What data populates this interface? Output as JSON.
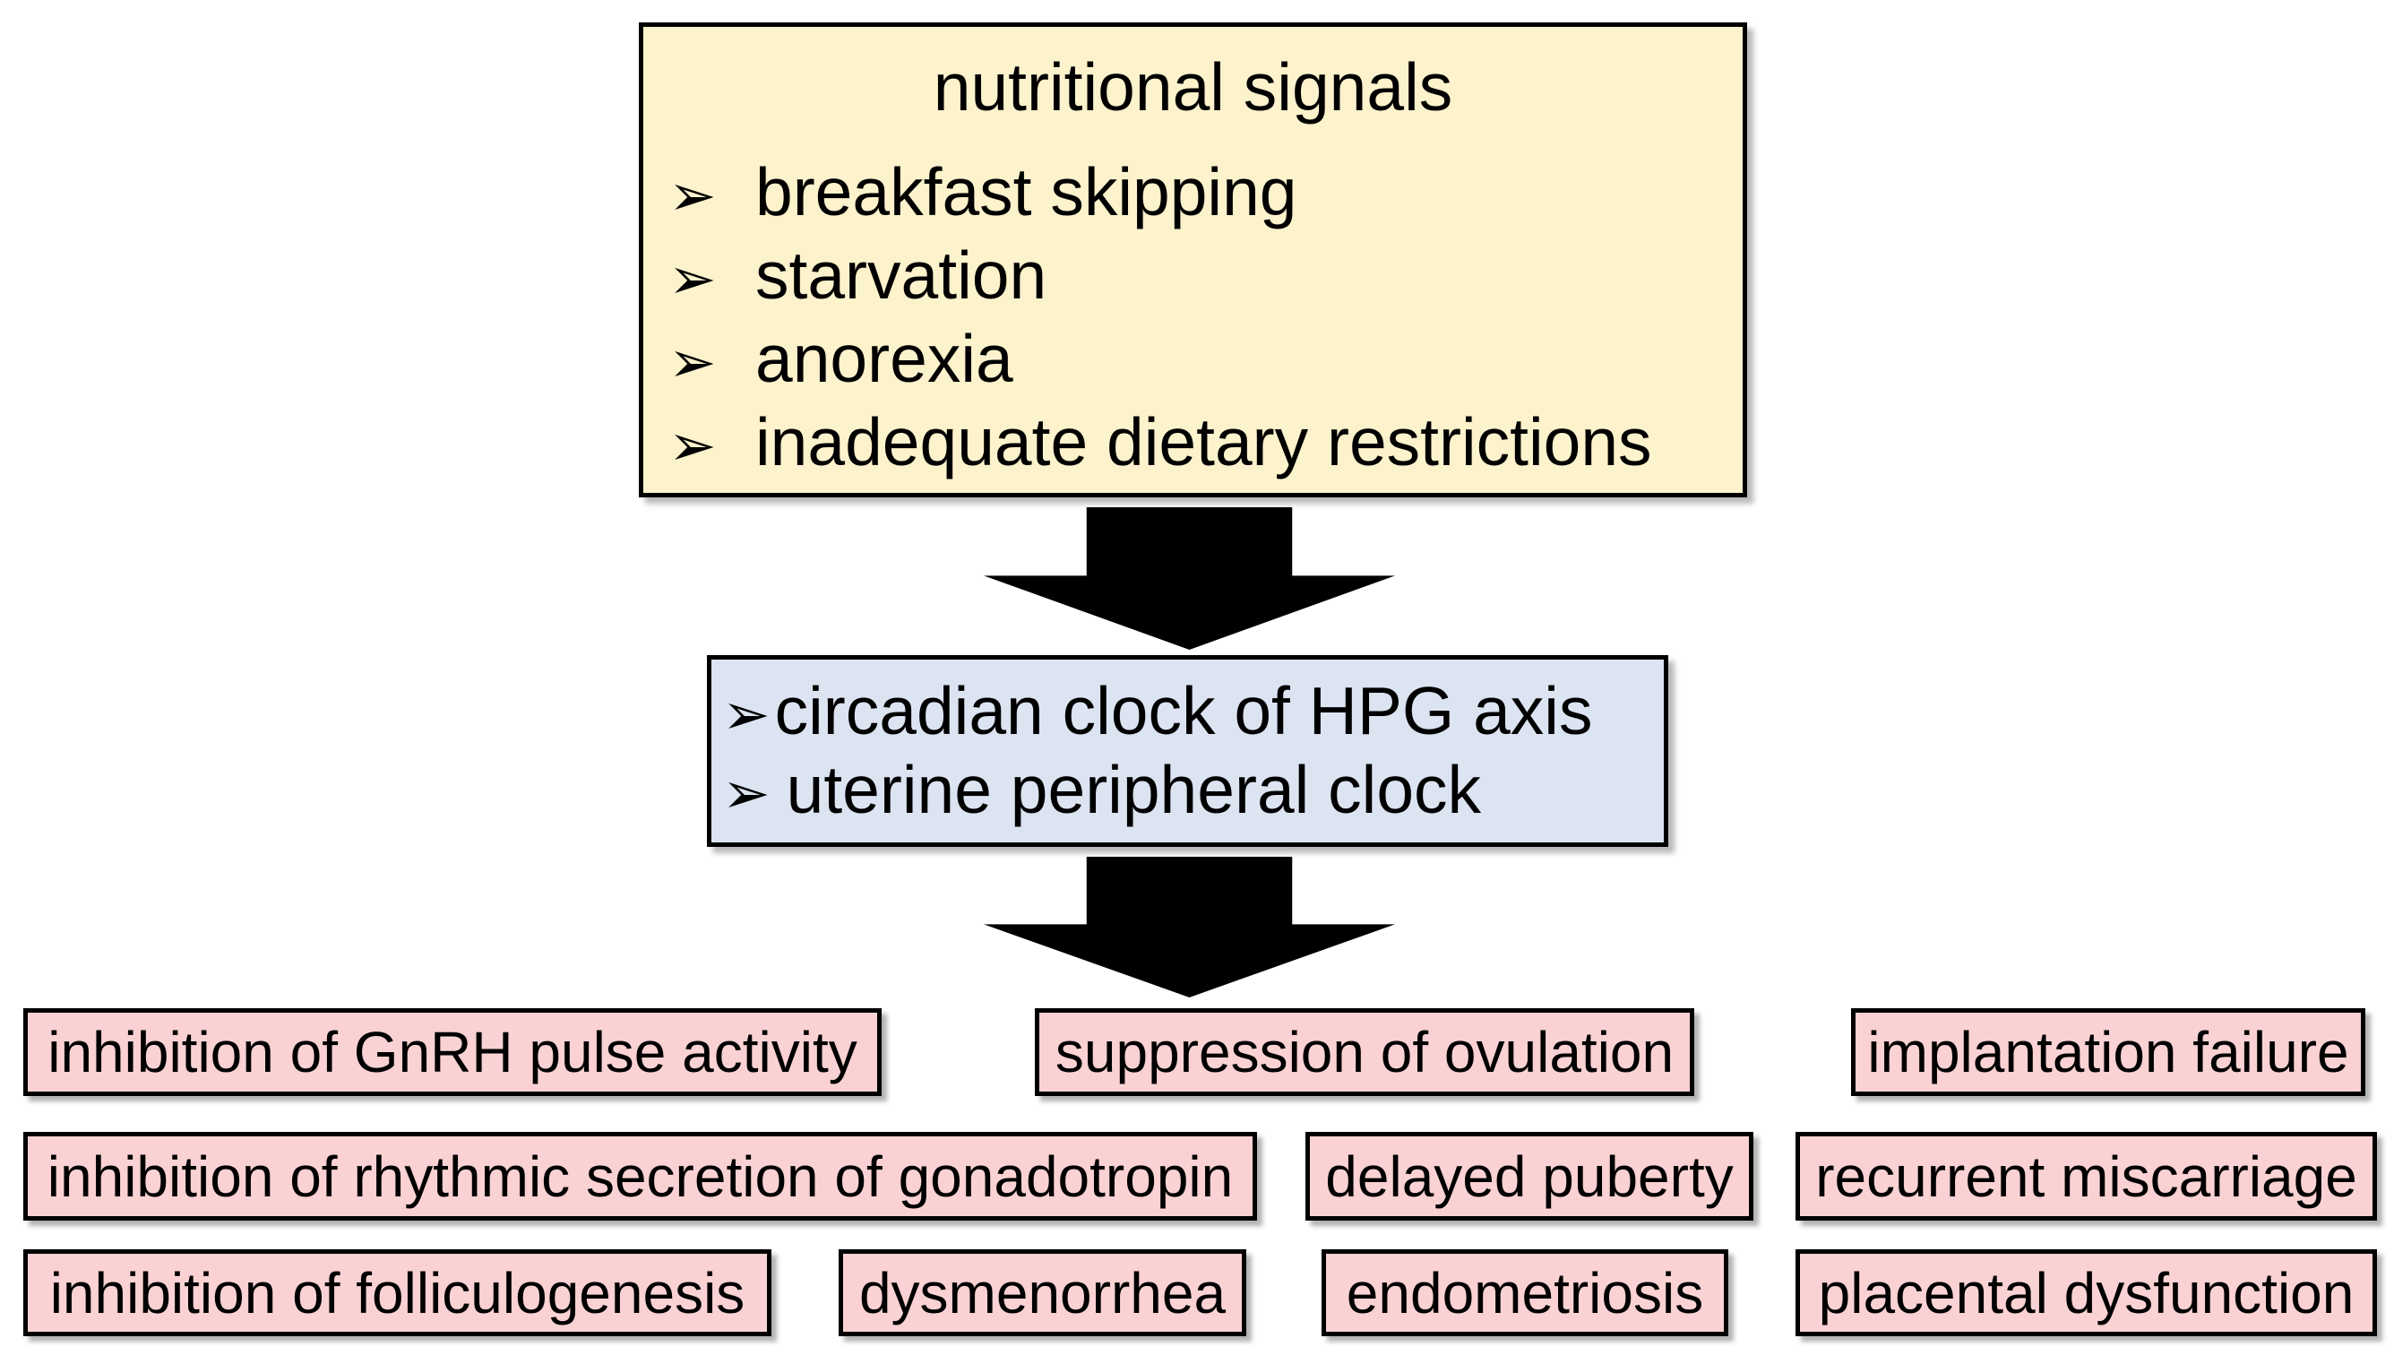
{
  "figure": {
    "background_color": "#ffffff",
    "bullet_glyph": "➢",
    "arrow_color": "#000000",
    "nutrition_box": {
      "fill": "#FCF2CC",
      "border_color": "#000000",
      "title": "nutritional signals",
      "items": [
        "breakfast skipping",
        "starvation",
        "anorexia",
        "inadequate dietary restrictions"
      ]
    },
    "clock_box": {
      "fill": "#DCE3F1",
      "border_color": "#000000",
      "items": [
        "circadian clock of HPG axis",
        "uterine peripheral clock"
      ]
    },
    "outcome_boxes": {
      "fill": "#FAD2D3",
      "border_color": "#000000",
      "row1": [
        "inhibition of GnRH pulse activity",
        "suppression of ovulation",
        "implantation failure"
      ],
      "row2": [
        "inhibition of rhythmic secretion of gonadotropin",
        "delayed puberty",
        "recurrent miscarriage"
      ],
      "row3": [
        "inhibition of folliculogenesis",
        "dysmenorrhea",
        "endometriosis",
        "placental dysfunction"
      ]
    }
  }
}
